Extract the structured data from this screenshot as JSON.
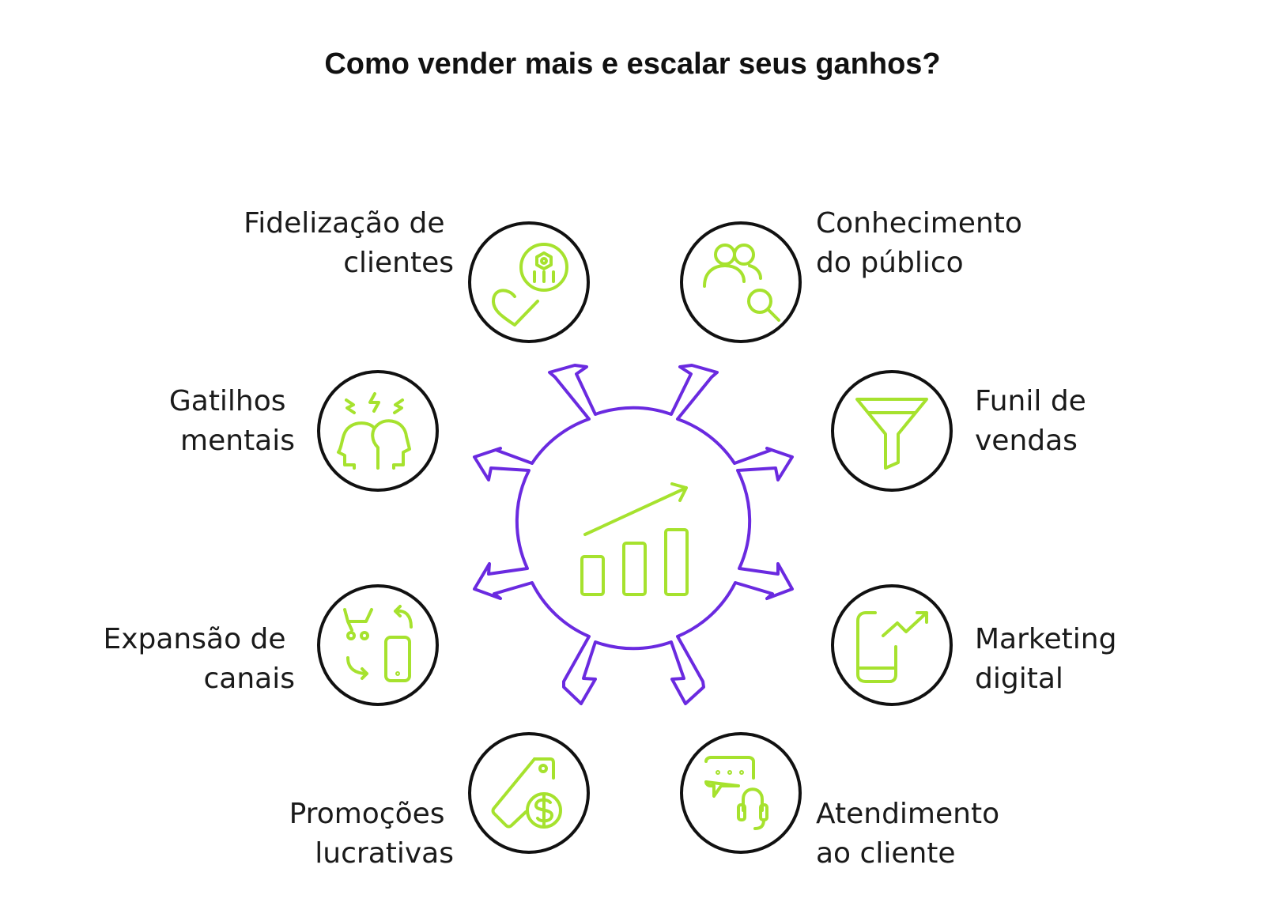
{
  "title": "Como vender mais e escalar seus ganhos?",
  "colors": {
    "accent": "#a6e22e",
    "hub": "#6a2ae0",
    "ring": "#111111",
    "text": "#1a1a1a"
  },
  "hub": {
    "icon": "growth-chart-icon"
  },
  "items": [
    {
      "id": "fidelizacao",
      "lines": [
        "Fidelização de",
        "clientes"
      ],
      "icon": "loyalty-heart-icon"
    },
    {
      "id": "conhecimento",
      "lines": [
        "Conhecimento",
        "do público"
      ],
      "icon": "audience-search-icon"
    },
    {
      "id": "gatilhos",
      "lines": [
        "Gatilhos",
        "mentais"
      ],
      "icon": "mind-triggers-icon"
    },
    {
      "id": "funil",
      "lines": [
        "Funil de",
        "vendas"
      ],
      "icon": "funnel-icon"
    },
    {
      "id": "expansao",
      "lines": [
        "Expansão de",
        "canais"
      ],
      "icon": "channels-cart-phone-icon"
    },
    {
      "id": "marketing",
      "lines": [
        "Marketing",
        "digital"
      ],
      "icon": "phone-growth-icon"
    },
    {
      "id": "promocoes",
      "lines": [
        "Promoções",
        "lucrativas"
      ],
      "icon": "price-tag-dollar-icon"
    },
    {
      "id": "atendimento",
      "lines": [
        "Atendimento",
        "ao cliente"
      ],
      "icon": "chat-headset-icon"
    }
  ]
}
